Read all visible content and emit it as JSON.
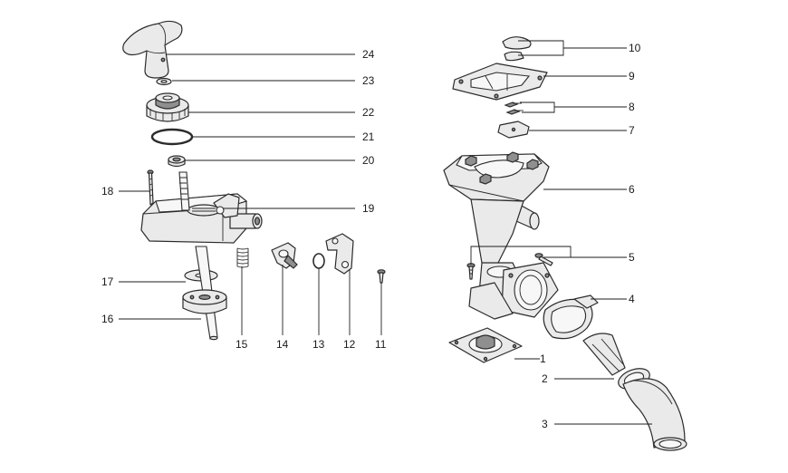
{
  "diagram": {
    "background": "#ffffff",
    "line_color": "#1e1e1e",
    "part_fill": "#eaeaea",
    "callouts": {
      "c1": "1",
      "c2": "2",
      "c3": "3",
      "c4": "4",
      "c5": "5",
      "c6": "6",
      "c7": "7",
      "c8": "8",
      "c9": "9",
      "c10": "10",
      "c11": "11",
      "c12": "12",
      "c13": "13",
      "c14": "14",
      "c15": "15",
      "c16": "16",
      "c17": "17",
      "c18": "18",
      "c19": "19",
      "c20": "20",
      "c21": "21",
      "c22": "22",
      "c23": "23",
      "c24": "24"
    }
  }
}
